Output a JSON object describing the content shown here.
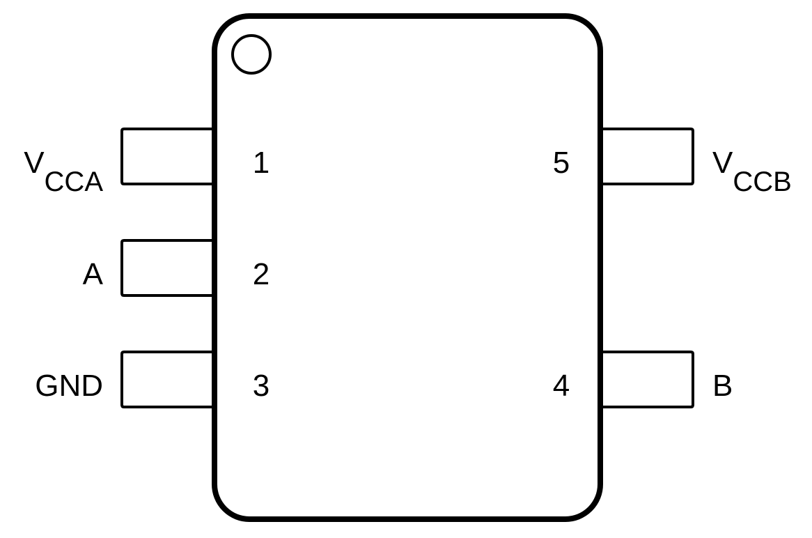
{
  "colors": {
    "stroke": "#000000",
    "background": "#ffffff",
    "body_fill": "#ffffff"
  },
  "package": {
    "pin1_marker": "circle"
  },
  "pins": {
    "p1": {
      "number": "1",
      "name_main": "V",
      "name_sub": "CCA"
    },
    "p2": {
      "number": "2",
      "name": "A"
    },
    "p3": {
      "number": "3",
      "name": "GND"
    },
    "p4": {
      "number": "4",
      "name": "B"
    },
    "p5": {
      "number": "5",
      "name_main": "V",
      "name_sub": "CCB"
    }
  }
}
